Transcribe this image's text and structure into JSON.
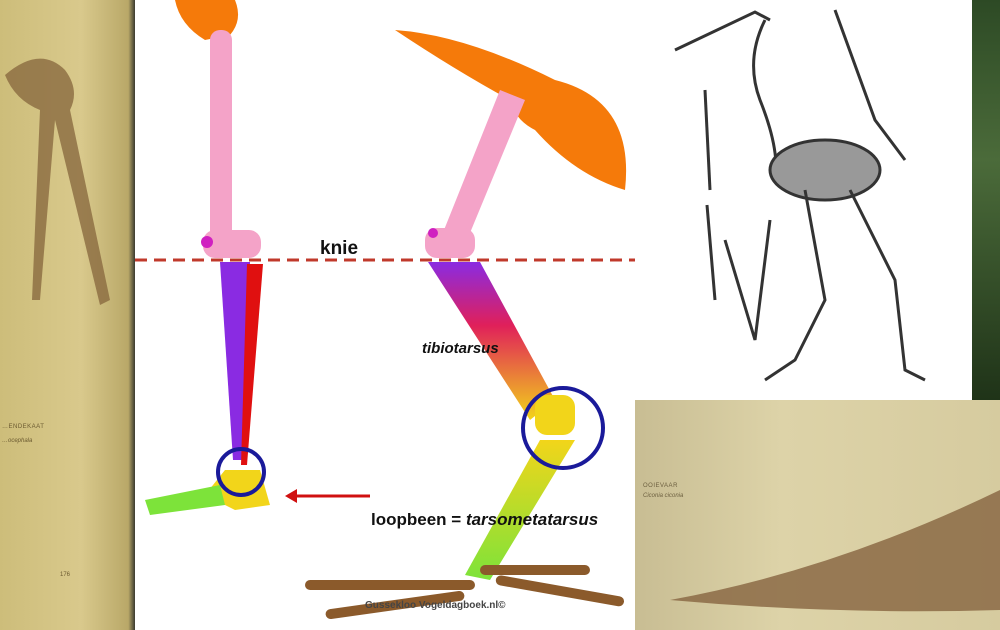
{
  "left_book": {
    "caption_name": "…ENDEKAAT",
    "caption_latin": "…ocephala",
    "page_number": "176"
  },
  "diagram": {
    "knee_label": "knie",
    "tibiotarsus_label": "tibiotarsus",
    "loopbeen_label": "loopbeen = ",
    "tarsometatarsus_label": "tarsometatarsus",
    "watermark": "Gussekloo Vogeldagboek.nl©",
    "colors": {
      "pelvis": "#f57a0a",
      "femur": "#f4a3c8",
      "tibia": "#8a2be2",
      "fibula": "#e01010",
      "tarsus": "#f2d51a",
      "toes": "#7de33a",
      "knee_line": "#c0392b",
      "circle": "#1a1a9a",
      "arrow": "#d01010",
      "bird_toes": "#8b5a2b"
    }
  },
  "right_book": {
    "caption_name": "OOIEVAAR",
    "caption_latin": "Ciconia ciconia"
  }
}
